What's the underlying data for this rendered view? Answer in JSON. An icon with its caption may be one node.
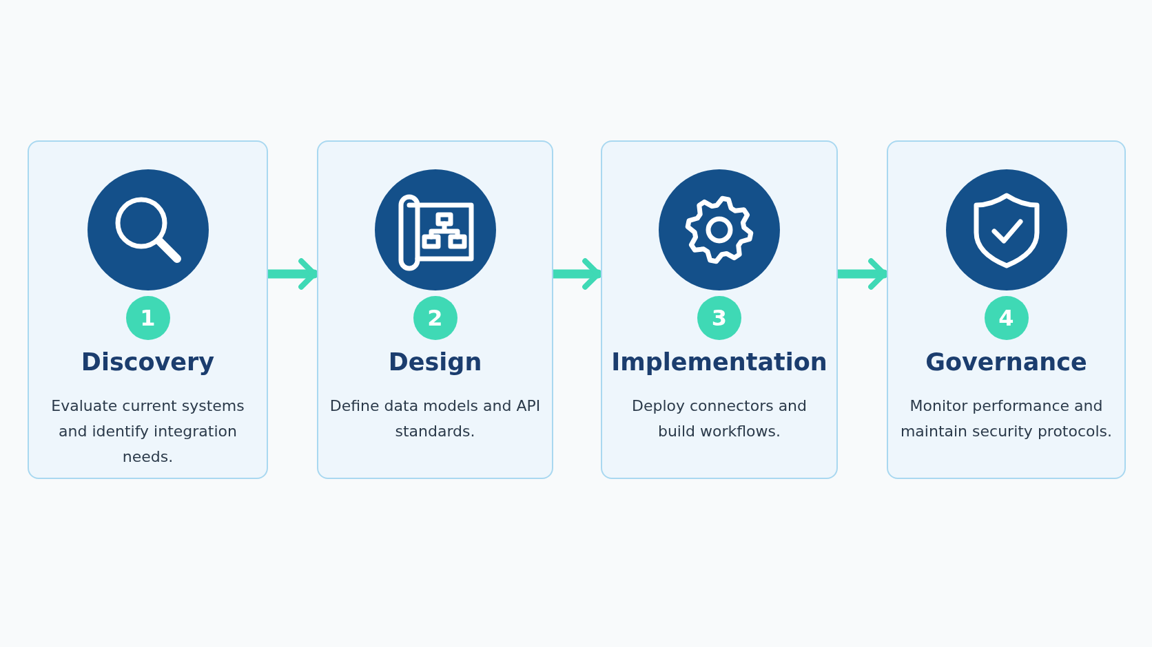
{
  "diagram": {
    "nodes": [
      {
        "text": [
          "1",
          "Discovery",
          "Evaluate current systems and identify integration needs."
        ]
      },
      {
        "text": [
          "2",
          "Design",
          "Define data models and API standards."
        ]
      },
      {
        "text": [
          "3",
          "Implementation",
          "Deploy connectors and build workflows."
        ]
      },
      {
        "text": [
          "4",
          "Governance",
          "Monitor performance and maintain security protocols."
        ]
      }
    ],
    "edges": [
      {
        "from": 0,
        "to": 1,
        "arrow": "to"
      },
      {
        "from": 1,
        "to": 2,
        "arrow": "to"
      },
      {
        "from": 2,
        "to": 3,
        "arrow": "to"
      }
    ]
  }
}
